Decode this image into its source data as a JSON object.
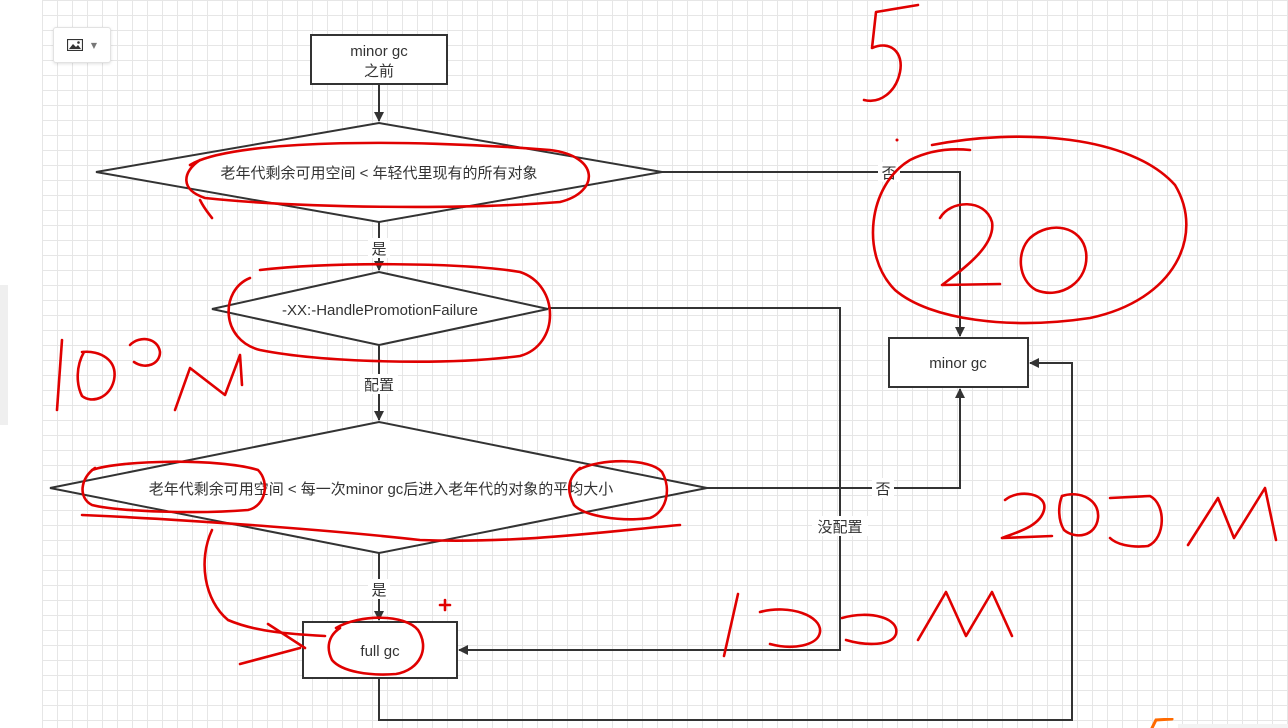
{
  "toolbar": {
    "image_button_icon": "image-icon",
    "dropdown_icon": "chevron-down-icon"
  },
  "nodes": {
    "start": "minor gc",
    "start_line2": "之前",
    "decision1": "老年代剩余可用空间 < 年轻代里现有的所有对象",
    "decision2": "-XX:-HandlePromotionFailure",
    "decision3": "老年代剩余可用空间 < 每一次minor gc后进入老年代的对象的平均大小",
    "minor_gc": "minor gc",
    "full_gc": "full gc"
  },
  "edge_labels": {
    "d1_no": "否",
    "d1_yes": "是",
    "d2_configured": "配置",
    "d2_not_configured": "没配置",
    "d3_no": "否",
    "d3_yes": "是"
  },
  "colors": {
    "ink": "#e00000",
    "line": "#333333",
    "grid": "#e6e6e6"
  },
  "handwriting": {
    "top_right": "5",
    "circled": "20",
    "left": "100M",
    "right": "200M",
    "bottom": "100M",
    "plus": "+"
  }
}
